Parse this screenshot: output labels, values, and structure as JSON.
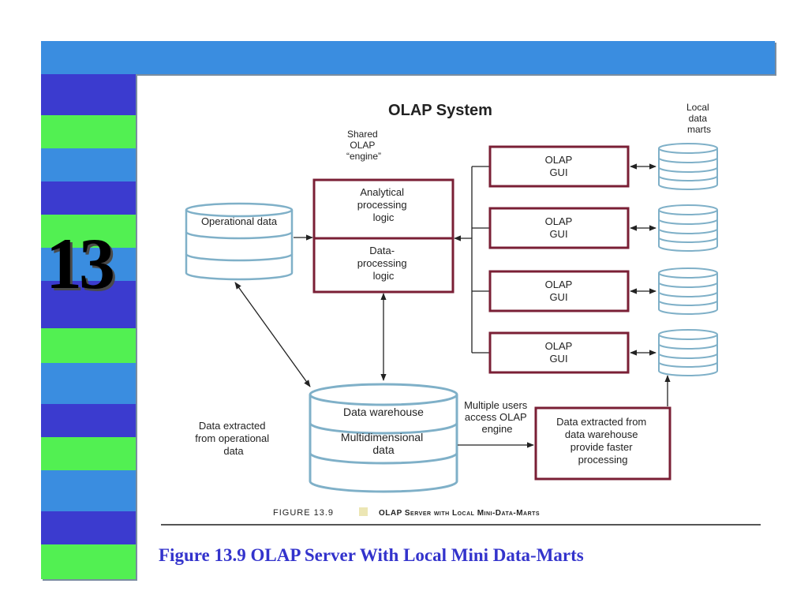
{
  "slide": {
    "chapter_number": "13",
    "caption": "Figure 13.9  OLAP Server With Local Mini Data-Marts",
    "colors": {
      "top_bar": "#3a8de0",
      "stripe_blue_dark": "#3b3bcf",
      "stripe_green": "#52f052",
      "stripe_blue_light": "#3a8de0",
      "caption": "#3333cc"
    }
  },
  "diagram": {
    "title": "OLAP System",
    "engine_label": [
      "Shared",
      "OLAP",
      "“engine”"
    ],
    "engine_top": [
      "Analytical",
      "processing",
      "logic"
    ],
    "engine_bottom": [
      "Data-",
      "processing",
      "logic"
    ],
    "operational_db": "Operational data",
    "local_marts_label": [
      "Local",
      "data",
      "marts"
    ],
    "gui_label": [
      "OLAP",
      "GUI"
    ],
    "warehouse_top": "Data warehouse",
    "warehouse_bottom": [
      "Multidimensional",
      "data"
    ],
    "extracted_operational": [
      "Data extracted",
      "from operational",
      "data"
    ],
    "multiple_users": [
      "Multiple users",
      "access OLAP",
      "engine"
    ],
    "extracted_warehouse": [
      "Data extracted from",
      "data warehouse",
      "provide faster",
      "processing"
    ],
    "figure_number": "FIGURE 13.9",
    "figure_title": "OLAP Server with Local Mini-Data-Marts",
    "colors": {
      "box_border": "#7a1f35",
      "db_border": "#7fb0c8",
      "figure_number": "#5aa0c0",
      "figure_square": "#ece6b4"
    }
  }
}
